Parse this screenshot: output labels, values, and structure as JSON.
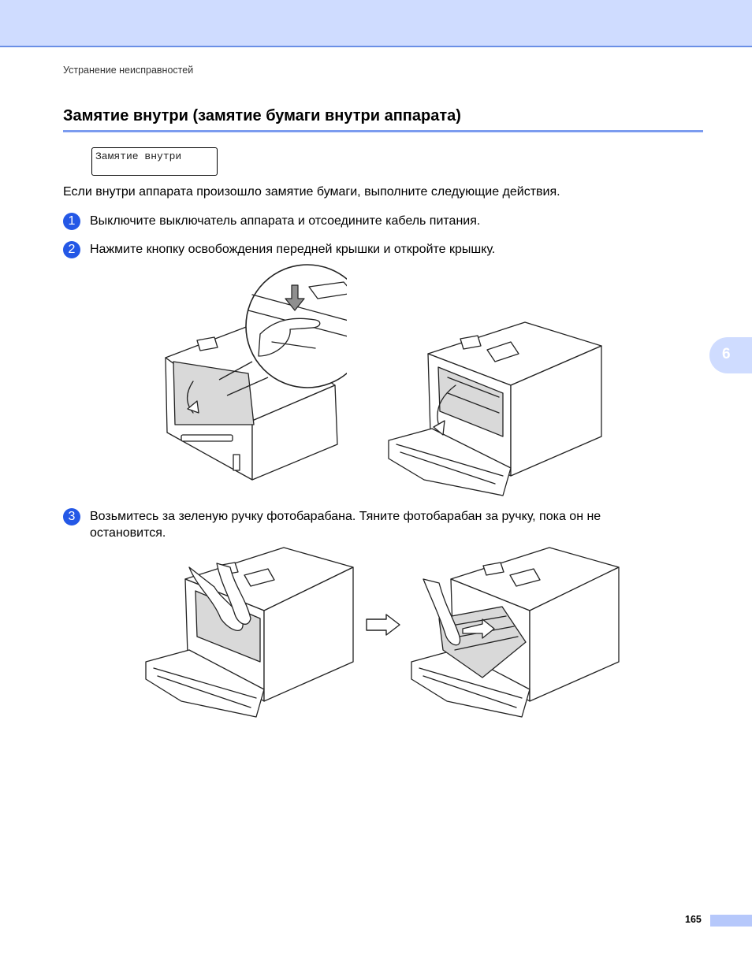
{
  "header": {
    "running_title": "Устранение неисправностей"
  },
  "section": {
    "title": "Замятие внутри (замятие бумаги внутри аппарата)",
    "lcd_message": "Замятие внутри",
    "intro": "Если внутри аппарата произошло замятие бумаги, выполните следующие действия."
  },
  "steps": [
    {
      "number": "1",
      "text": "Выключите выключатель аппарата и отсоедините кабель питания."
    },
    {
      "number": "2",
      "text": "Нажмите кнопку освобождения передней крышки и откройте крышку."
    },
    {
      "number": "3",
      "text": "Возьмитесь за зеленую ручку фотобарабана. Тяните фотобарабан за ручку, пока он не остановится."
    }
  ],
  "side_tab": {
    "chapter": "6"
  },
  "footer": {
    "page_number": "165"
  },
  "colors": {
    "band": "#cfdcff",
    "rule": "#7b9bef",
    "step_badge": "#2458e6"
  },
  "icons": [
    "printer-illustration",
    "hand-illustration",
    "arrow-right-icon",
    "drum-unit-illustration"
  ]
}
